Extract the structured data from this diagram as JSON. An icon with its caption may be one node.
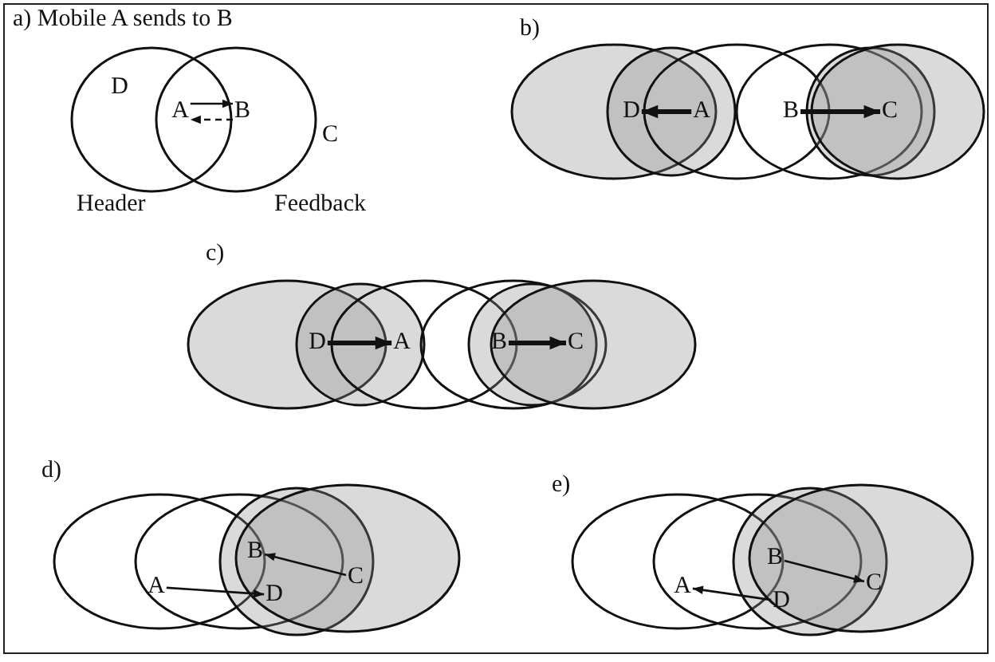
{
  "diagram": {
    "nodes": [
      {
        "text": [
          "D"
        ]
      },
      {
        "text": [
          "A"
        ]
      },
      {
        "text": [
          "B"
        ]
      },
      {
        "text": [
          "C"
        ]
      },
      {
        "text": [
          "D"
        ]
      },
      {
        "text": [
          "A"
        ]
      },
      {
        "text": [
          "B"
        ]
      },
      {
        "text": [
          "C"
        ]
      },
      {
        "text": [
          "D"
        ]
      },
      {
        "text": [
          "A"
        ]
      },
      {
        "text": [
          "B"
        ]
      },
      {
        "text": [
          "C"
        ]
      },
      {
        "text": [
          "A"
        ]
      },
      {
        "text": [
          "B"
        ]
      },
      {
        "text": [
          "D"
        ]
      },
      {
        "text": [
          "C"
        ]
      },
      {
        "text": [
          "A"
        ]
      },
      {
        "text": [
          "B"
        ]
      },
      {
        "text": [
          "D"
        ]
      },
      {
        "text": [
          "C"
        ]
      }
    ],
    "edges": [
      {
        "from": 1,
        "to": 2,
        "arrow": "to"
      },
      {
        "from": 2,
        "to": 1,
        "arrow": "to",
        "style": "dashed"
      },
      {
        "from": 5,
        "to": 4,
        "arrow": "to",
        "style": "thick"
      },
      {
        "from": 6,
        "to": 7,
        "arrow": "to",
        "style": "thick"
      },
      {
        "from": 8,
        "to": 9,
        "arrow": "to",
        "style": "thick"
      },
      {
        "from": 10,
        "to": 11,
        "arrow": "to",
        "style": "thick"
      },
      {
        "from": 12,
        "to": 14,
        "arrow": "to"
      },
      {
        "from": 15,
        "to": 13,
        "arrow": "to"
      },
      {
        "from": 17,
        "to": 19,
        "arrow": "to"
      },
      {
        "from": 18,
        "to": 16,
        "arrow": "to"
      }
    ],
    "labels": [
      "a) Mobile A sends to B",
      "b)",
      "Header",
      "Feedback",
      "c)",
      "d)",
      "e)"
    ]
  }
}
